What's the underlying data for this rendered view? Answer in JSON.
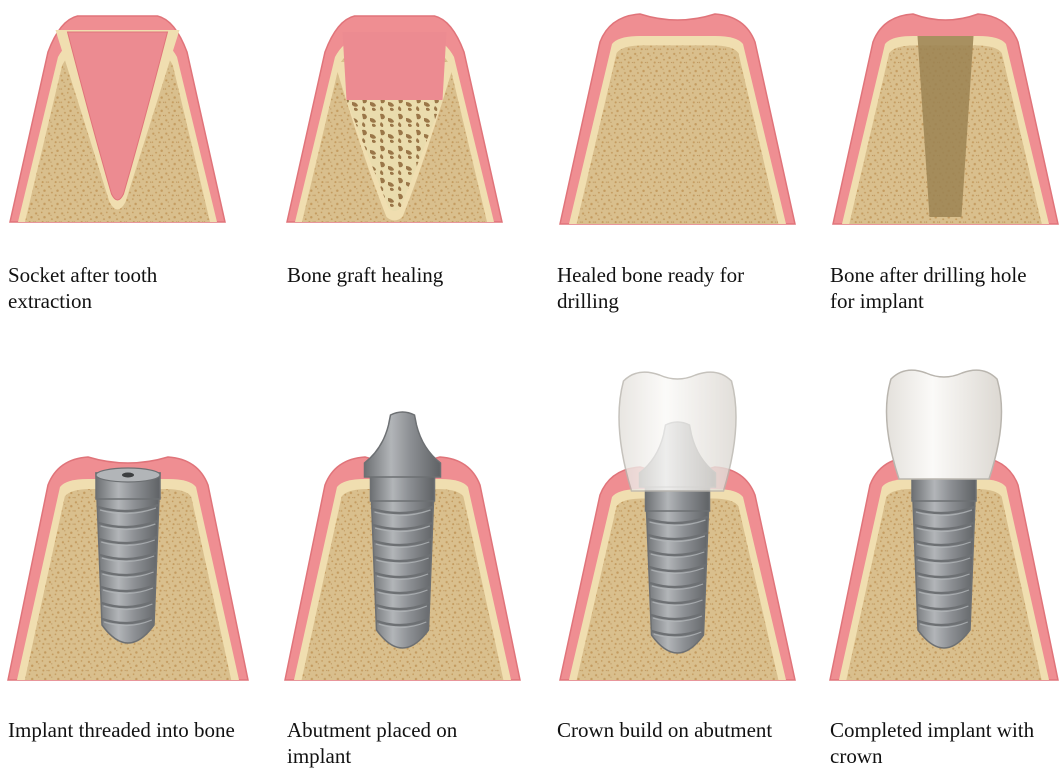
{
  "panels": [
    {
      "key": "socket",
      "stage": "socket",
      "caption": [
        "Socket after tooth",
        "extraction"
      ]
    },
    {
      "key": "graft",
      "stage": "graft",
      "caption": [
        "Bone graft healing"
      ]
    },
    {
      "key": "healed",
      "stage": "healed",
      "caption": [
        "Healed bone ready for",
        "drilling"
      ]
    },
    {
      "key": "drilled",
      "stage": "drilled",
      "caption": [
        "Bone after drilling hole",
        "for implant"
      ]
    },
    {
      "key": "implant",
      "stage": "implant",
      "caption": [
        "Implant threaded into bone"
      ]
    },
    {
      "key": "abutment",
      "stage": "abutment",
      "caption": [
        "Abutment placed on",
        "implant"
      ]
    },
    {
      "key": "crown",
      "stage": "crown",
      "caption": [
        "Crown build on abutment"
      ]
    },
    {
      "key": "complete",
      "stage": "complete",
      "caption": [
        "Completed implant with",
        "crown"
      ]
    }
  ],
  "colors": {
    "gum": "#ef8e92",
    "gum_dark": "#e0747a",
    "socket": "#ec8b91",
    "bone": "#d9bf8d",
    "bone_spots": "#c49b5f",
    "cortical": "#f0deb0",
    "graft": "#eadcad",
    "graft_chips": "#9a7648",
    "drill_hole": "#9b8252",
    "metal": "#8d9094",
    "metal_light": "#b2b5b8",
    "metal_dark": "#6d7073",
    "crown": "#f4f2ef"
  }
}
